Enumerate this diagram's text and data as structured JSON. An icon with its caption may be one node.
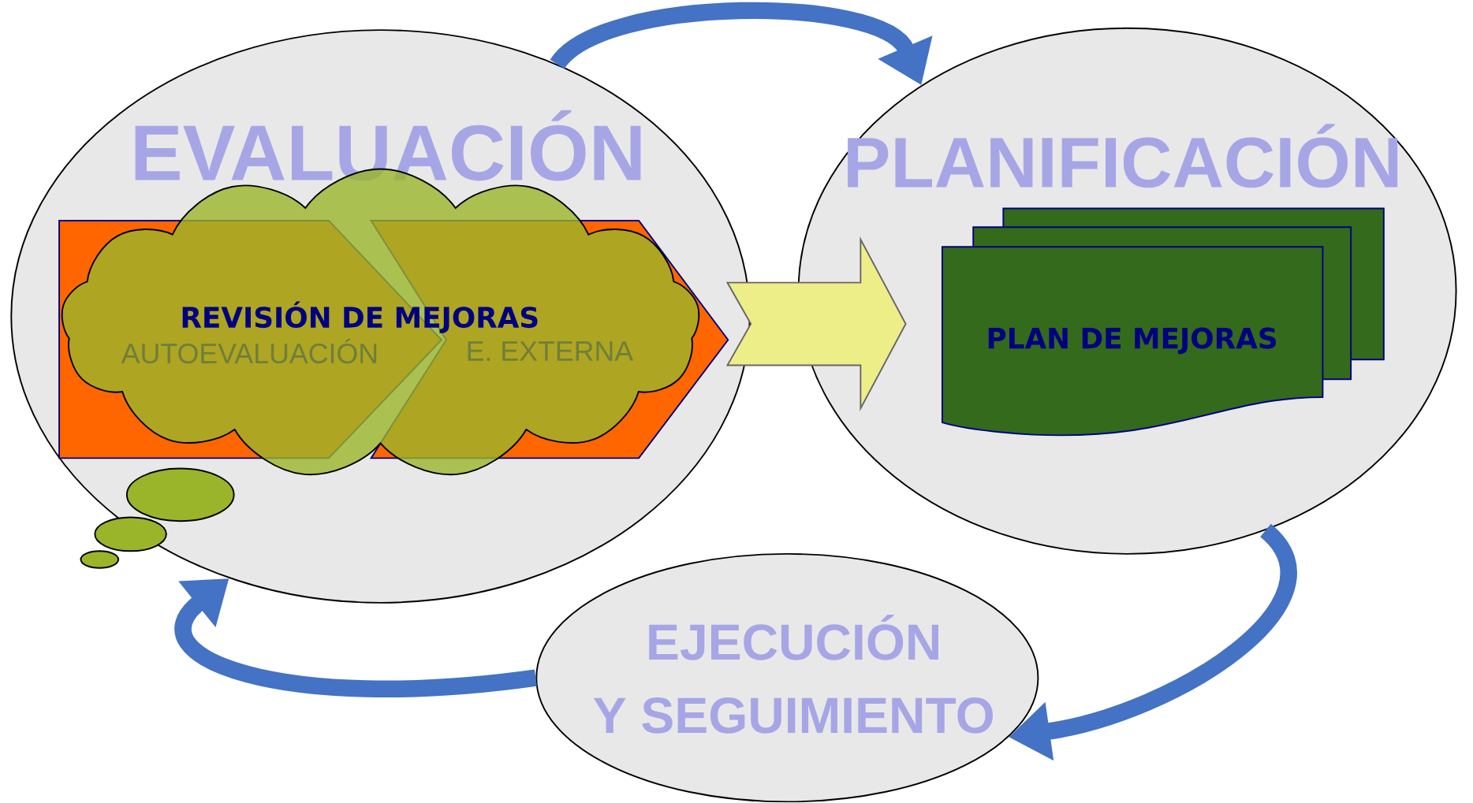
{
  "diagram": {
    "nodes": [
      {
        "text": [
          "EVALUACIÓN"
        ]
      },
      {
        "text": [
          "PLANIFICACIÓN"
        ]
      },
      {
        "text": [
          "EJECUCIÓN Y SEGUIMIENTO"
        ]
      },
      {
        "text": [
          "AUTOEVALUACIÓN"
        ],
        "in": 5
      },
      {
        "text": [
          "E. EXTERNA"
        ],
        "in": 5
      },
      {
        "text": [
          "REVISIÓN DE MEJORAS"
        ],
        "in": 0
      },
      {
        "text": [
          "PLAN DE MEJORAS"
        ],
        "in": 1
      }
    ],
    "edges": [
      {
        "from": 0,
        "to": 1,
        "arrow": "to"
      },
      {
        "from": 1,
        "to": 2,
        "arrow": "to"
      },
      {
        "from": 2,
        "to": 0,
        "arrow": "to"
      },
      {
        "from": 5,
        "to": 6,
        "arrow": "to",
        "style": "thick",
        "color": "#eeee88"
      }
    ]
  }
}
